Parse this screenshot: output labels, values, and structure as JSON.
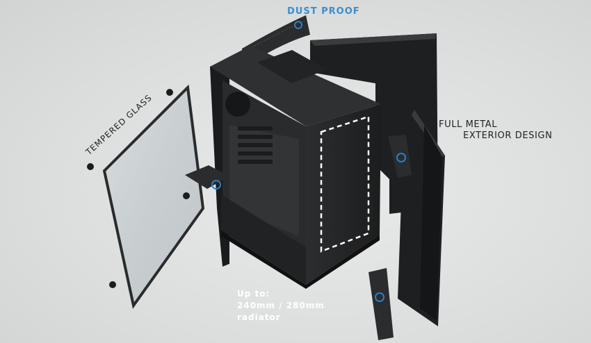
{
  "labels": {
    "dust_proof": "DUST PROOF",
    "full_metal_line1": "FULL METAL",
    "full_metal_line2": "EXTERIOR DESIGN",
    "tempered_glass": "TEMPERED GLASS",
    "radiator_line1": "Up to:",
    "radiator_line2": "240mm / 280mm",
    "radiator_line3": "radiator"
  },
  "colors": {
    "accent_text": "#3d8ec9",
    "marker_ring": "#2f7fc0",
    "label_text": "#1f1f1f",
    "radiator_text": "#ffffff",
    "case_body": "#2a2b2d",
    "case_dark": "#1a1b1c",
    "glass_tint": "#c9d0d3",
    "dashed_outline": "#ffffff"
  },
  "icons": {
    "marker": "circle-marker-icon"
  }
}
